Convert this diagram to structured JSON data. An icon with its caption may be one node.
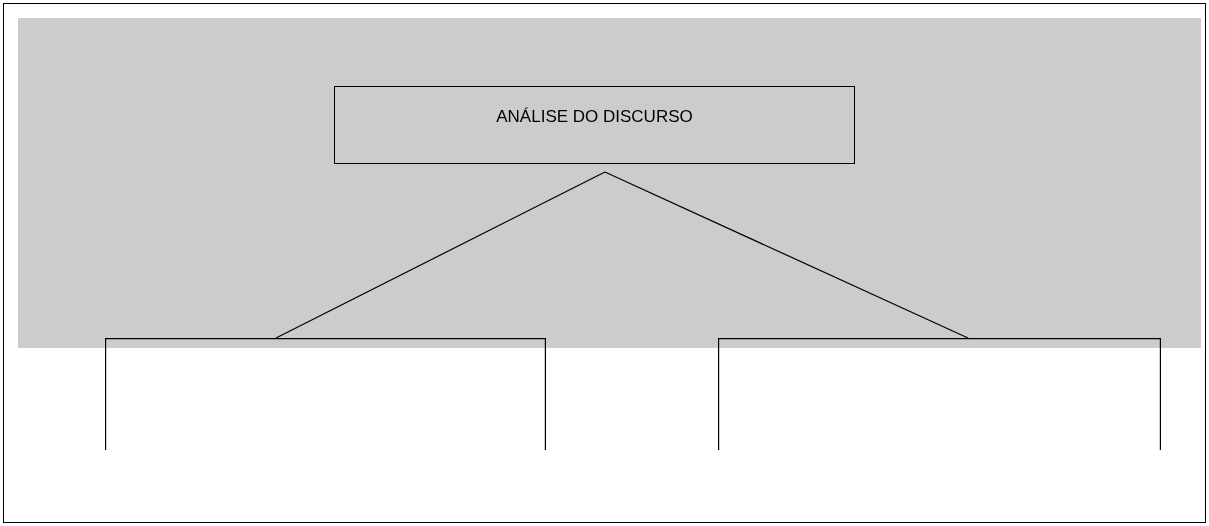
{
  "diagram": {
    "nodes": [
      {
        "text": [
          "ANÁLISE DO DISCURSO"
        ]
      },
      {
        "text": [],
        "shape": "bracket"
      },
      {
        "text": [],
        "shape": "bracket"
      }
    ],
    "edges": [
      {
        "from": 0,
        "to": 1,
        "arrow": "none"
      },
      {
        "from": 0,
        "to": 2,
        "arrow": "none"
      }
    ]
  }
}
